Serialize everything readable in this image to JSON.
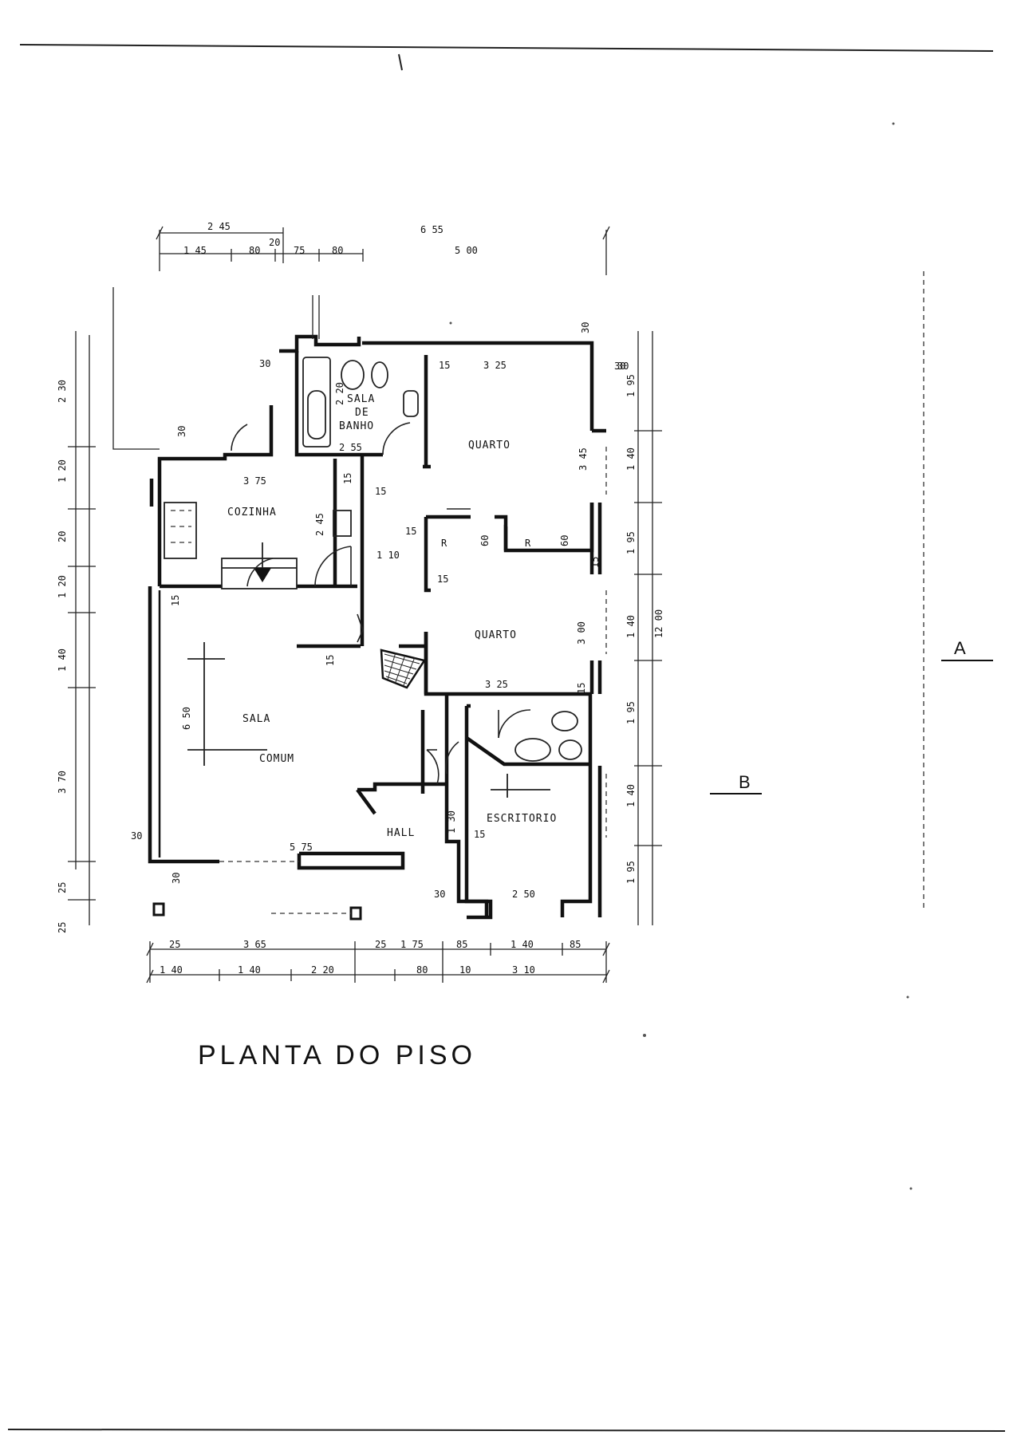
{
  "title": "PLANTA DO PISO",
  "rooms": [
    {
      "id": "sala-banho",
      "text": "SALA"
    },
    {
      "id": "sala-banho-2",
      "text": "DE"
    },
    {
      "id": "sala-banho-3",
      "text": "BANHO"
    },
    {
      "id": "quarto-1",
      "text": "QUARTO"
    },
    {
      "id": "cozinha",
      "text": "COZINHA"
    },
    {
      "id": "quarto-2",
      "text": "QUARTO"
    },
    {
      "id": "sala-comum-1",
      "text": "SALA"
    },
    {
      "id": "sala-comum-2",
      "text": "COMUM"
    },
    {
      "id": "hall",
      "text": "HALL"
    },
    {
      "id": "escritorio",
      "text": "ESCRITORIO"
    }
  ],
  "sections": [
    "A",
    "B"
  ],
  "dims_top": [
    "2 45",
    "1 45",
    "80",
    "20",
    "75",
    "80",
    "6 55",
    "5 00"
  ],
  "dims_left": [
    "2 30",
    "1 20",
    "20",
    "1 20",
    "1 40",
    "3 70",
    "25",
    "25"
  ],
  "dims_right": [
    "30",
    "30",
    "1 95",
    "1 40",
    "1 95",
    "1 40",
    "12 00",
    "1 95",
    "1 40",
    "1 95"
  ],
  "dims_bottom_1": [
    "25",
    "3 65",
    "25",
    "1 75",
    "85",
    "1 40",
    "85"
  ],
  "dims_bottom_2": [
    "1 40",
    "1 40",
    "2 20",
    "80",
    "10",
    "3 10"
  ],
  "dims_inner": [
    "30",
    "30",
    "3 75",
    "15",
    "15",
    "2 45",
    "15",
    "1 10",
    "3 25",
    "15",
    "30",
    "3 45",
    "R",
    "60",
    "R",
    "60",
    "15",
    "15",
    "3 00",
    "3 25",
    "15",
    "15",
    "6 50",
    "15",
    "1 30",
    "15",
    "30",
    "5 75",
    "30",
    "30",
    "2 50",
    "2 20",
    "2 55"
  ]
}
